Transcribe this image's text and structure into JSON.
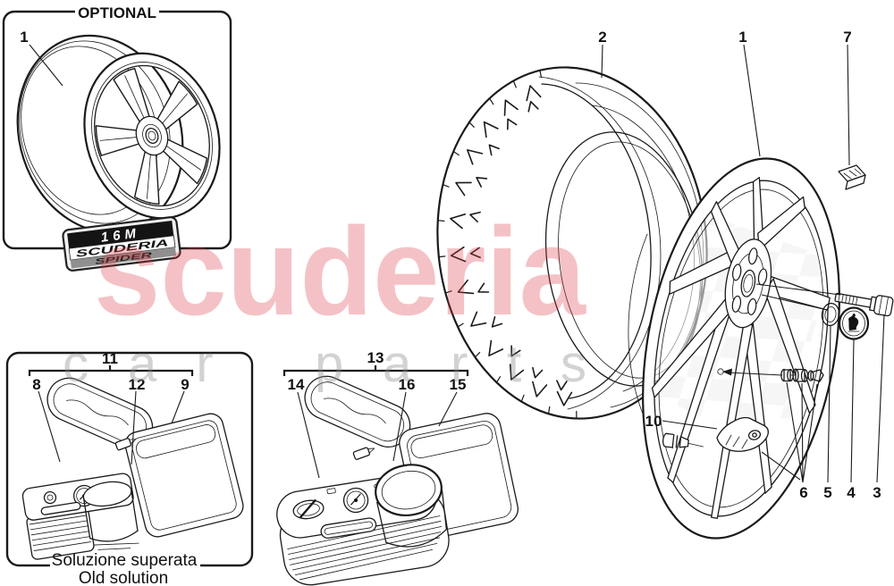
{
  "optional_box": {
    "title": "OPTIONAL"
  },
  "badge": {
    "line1": "16M",
    "line2": "SCUDERIA",
    "line3": "SPIDER"
  },
  "watermark": {
    "red_text": "scuderia",
    "gray_left": "car",
    "gray_right": "parts",
    "red_color": "#dd3a44",
    "gray_color": "#8b8b8b"
  },
  "captions": {
    "old_it": "Soluzione superata",
    "old_en": "Old solution"
  },
  "part_labels": {
    "p1": "1",
    "p2": "2",
    "p3": "3",
    "p4": "4",
    "p5": "5",
    "p6": "6",
    "p7": "7",
    "p8": "8",
    "p9": "9",
    "p10": "10",
    "p11": "11",
    "p12": "12",
    "p13": "13",
    "p14": "14",
    "p15": "15",
    "p16": "16"
  }
}
